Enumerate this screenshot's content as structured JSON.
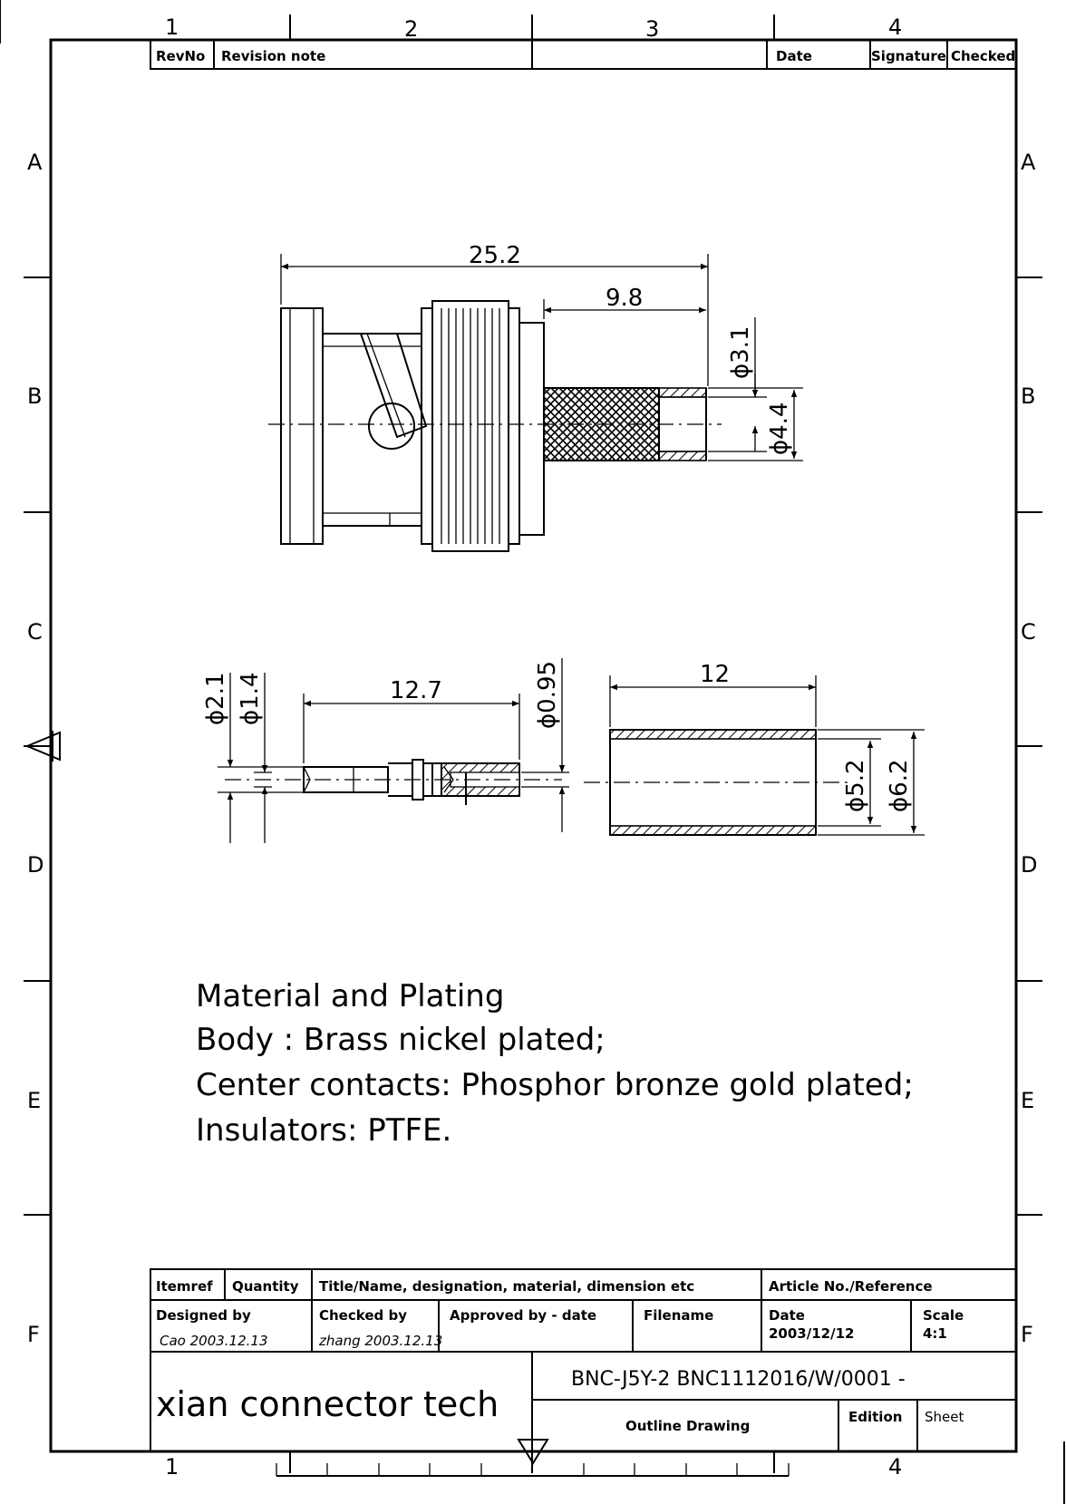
{
  "zone_columns": [
    "1",
    "2",
    "3",
    "4"
  ],
  "zone_rows": [
    "A",
    "B",
    "C",
    "D",
    "E",
    "F"
  ],
  "revision_header": {
    "revno": "RevNo",
    "revision_note": "Revision note",
    "date": "Date",
    "signature": "Signature",
    "checked": "Checked"
  },
  "dimensions": {
    "overall_length": "25.2",
    "crimp_length": "9.8",
    "dia_inner_sleeve": "ϕ3.1",
    "dia_outer_sleeve": "ϕ4.4",
    "pin_dia_outer": "ϕ2.1",
    "pin_dia_inner": "ϕ1.4",
    "pin_length": "12.7",
    "pin_hole_dia": "ϕ0.95",
    "ferrule_length": "12",
    "ferrule_inner_dia": "ϕ5.2",
    "ferrule_outer_dia": "ϕ6.2"
  },
  "notes": {
    "heading": "Material and Plating",
    "line1": "Body : Brass nickel plated;",
    "line2": "Center contacts: Phosphor bronze gold plated;",
    "line3": "Insulators: PTFE."
  },
  "title_block": {
    "itemref": "Itemref",
    "quantity": "Quantity",
    "title_name": "Title/Name, designation, material, dimension etc",
    "article_no": "Article No./Reference",
    "designed_by": "Designed by",
    "designed_sig": "Cao   2003.12.13",
    "checked_by": "Checked by",
    "checked_sig": "zhang 2003.12.13",
    "approved_by": "Approved by - date",
    "filename": "Filename",
    "date_label": "Date",
    "date_value": "2003/12/12",
    "scale_label": "Scale",
    "scale_value": "4:1",
    "company": "xian connector tech",
    "part_number": "BNC-J5Y-2   BNC1112016/W/0001  -",
    "drawing_type": "Outline Drawing",
    "edition": "Edition",
    "sheet": "Sheet"
  }
}
